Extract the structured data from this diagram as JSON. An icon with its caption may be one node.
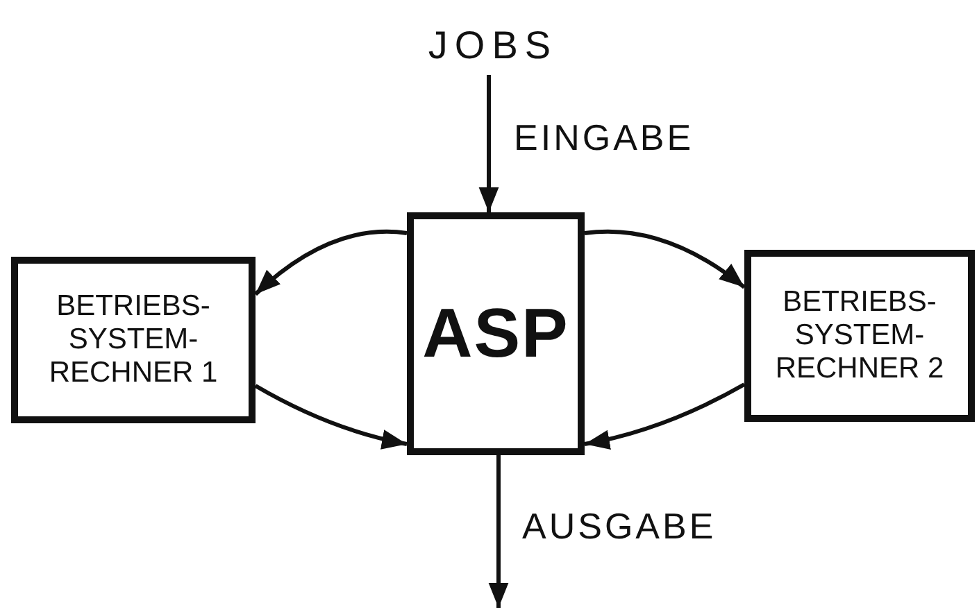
{
  "diagram": {
    "nodes": [
      {
        "text": [
          "JOBS"
        ]
      },
      {
        "text": [
          "ASP"
        ]
      },
      {
        "text": [
          "BETRIEBS- SYSTEM- RECHNER 1"
        ]
      },
      {
        "text": [
          "BETRIEBS- SYSTEM- RECHNER 2"
        ]
      }
    ],
    "edges": [
      {
        "from": 0,
        "to": 1,
        "arrow": "to",
        "label": "EINGABE"
      },
      {
        "from": 1,
        "to": 2,
        "arrow": "to"
      },
      {
        "from": 2,
        "to": 1,
        "arrow": "to"
      },
      {
        "from": 1,
        "to": 3,
        "arrow": "to"
      },
      {
        "from": 3,
        "to": 1,
        "arrow": "to"
      },
      {
        "from": 1,
        "to": null,
        "arrow": "to",
        "label": "AUSGABE"
      }
    ]
  }
}
